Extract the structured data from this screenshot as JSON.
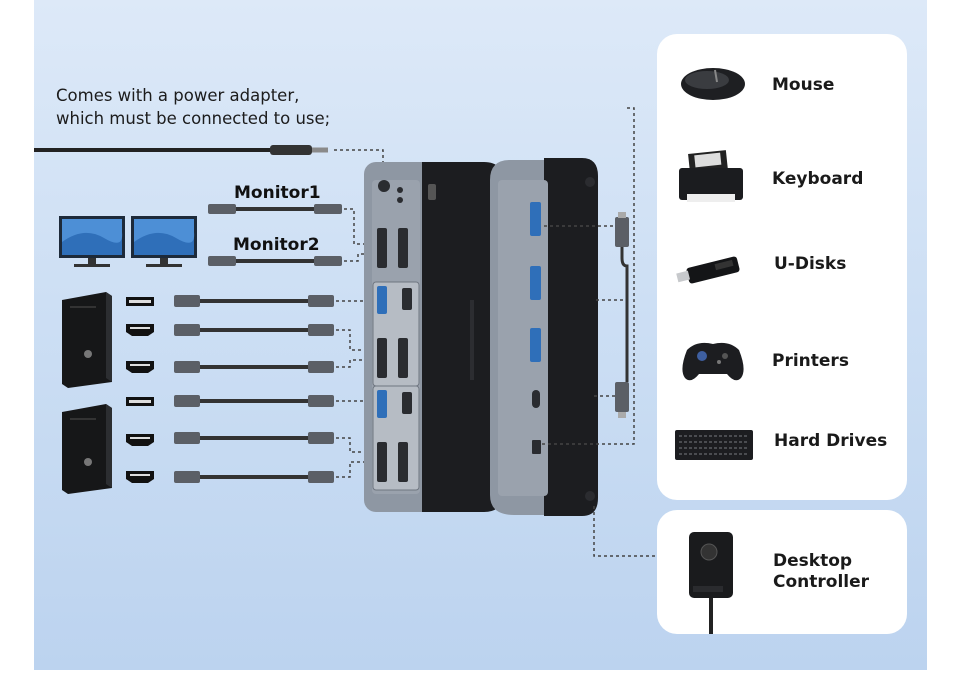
{
  "power_note": {
    "line1": "Comes with a power adapter,",
    "line2": "which must be connected to use;"
  },
  "monitors": {
    "monitor1": "Monitor1",
    "monitor2": "Monitor2"
  },
  "devices": [
    {
      "label": "Mouse",
      "icon": "mouse-icon"
    },
    {
      "label": "Keyboard",
      "icon": "printer-icon"
    },
    {
      "label": "U-Disks",
      "icon": "usb-drive-icon"
    },
    {
      "label": "Printers",
      "icon": "gamepad-icon"
    },
    {
      "label": "Hard Drives",
      "icon": "keyboard-icon"
    }
  ],
  "controller": {
    "line1": "Desktop",
    "line2": "Controller",
    "icon": "desktop-controller-icon"
  },
  "colors": {
    "background_top": "#dde9f8",
    "background_bottom": "#bcd3ef",
    "card": "#ffffff",
    "device_body": "#8e97a3",
    "device_face": "#1c1d20"
  }
}
